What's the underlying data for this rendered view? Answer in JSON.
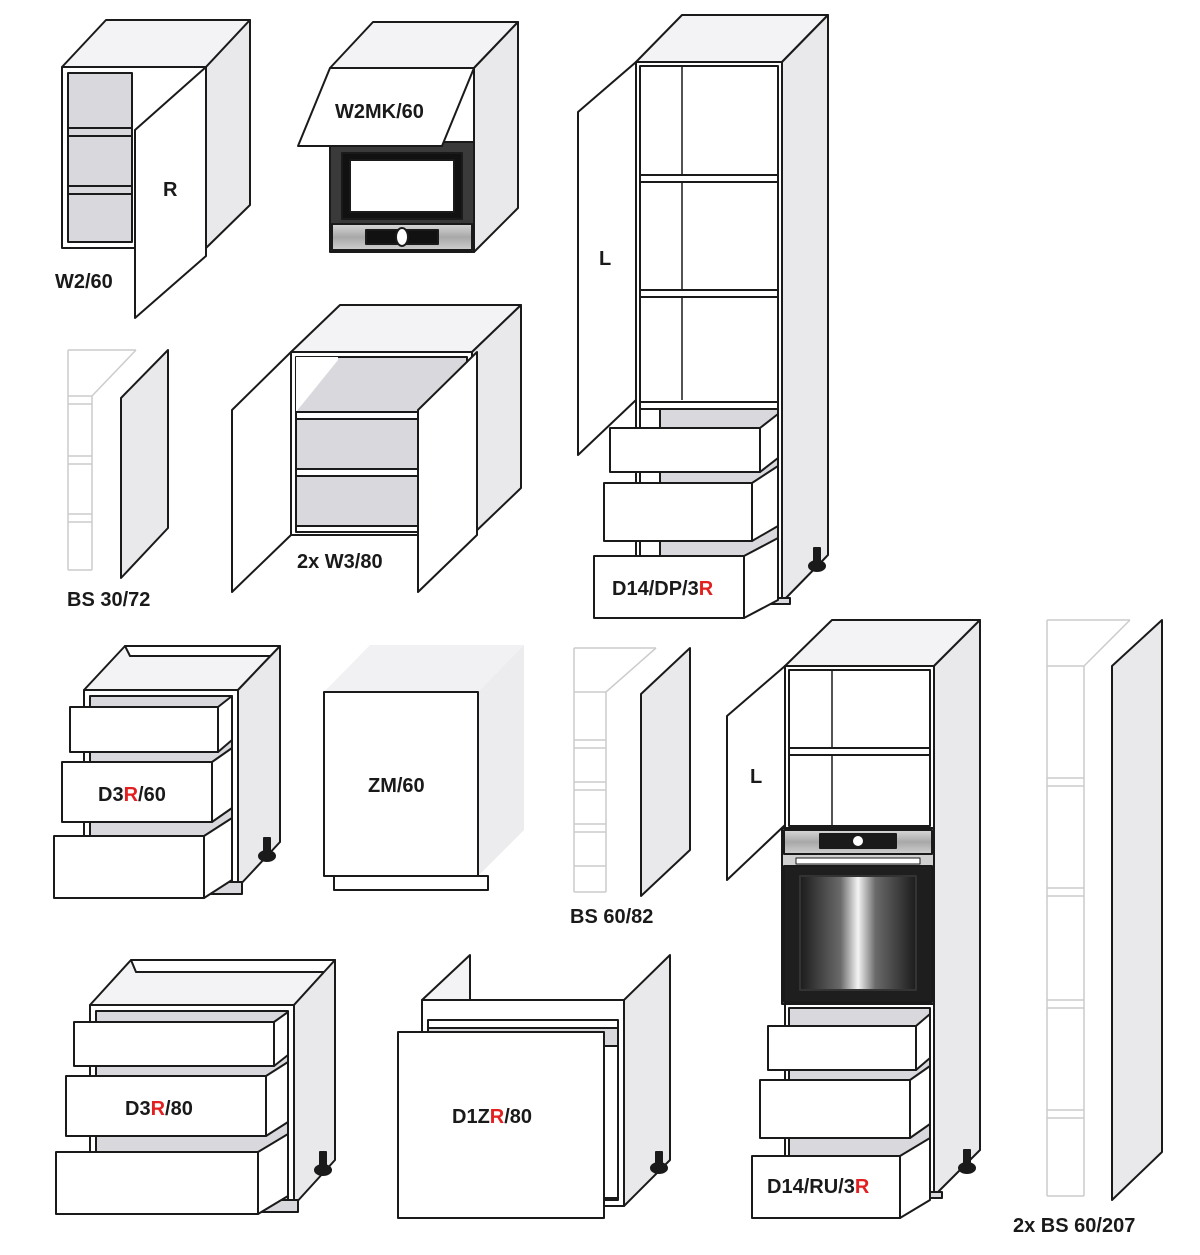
{
  "labels": {
    "w2": "W2/60",
    "w2_door": "R",
    "w2mk": "W2MK/60",
    "bs30": "BS 30/72",
    "w3": "2x W3/80",
    "tall_left_door": "L",
    "d14dp_a": "D14/DP/3",
    "d14dp_b": "R",
    "d3r60_a": "D3",
    "d3r60_b": "R",
    "d3r60_c": "/60",
    "zm60": "ZM/60",
    "bs60_82": "BS 60/82",
    "oven_door": "L",
    "d3r80_a": "D3",
    "d3r80_b": "R",
    "d3r80_c": "/80",
    "d1zr_a": "D1Z",
    "d1zr_b": "R",
    "d1zr_c": "/80",
    "d14ru_a": "D14/RU/3",
    "d14ru_b": "R",
    "bs60_207": "2x BS 60/207"
  },
  "colors": {
    "outline": "#1a1a1a",
    "panel": "#ffffff",
    "side": "#e9e9ec",
    "top": "#f3f3f5",
    "interior": "#d9d9dd",
    "accent": "#e32020",
    "faint": "#cccccc"
  }
}
